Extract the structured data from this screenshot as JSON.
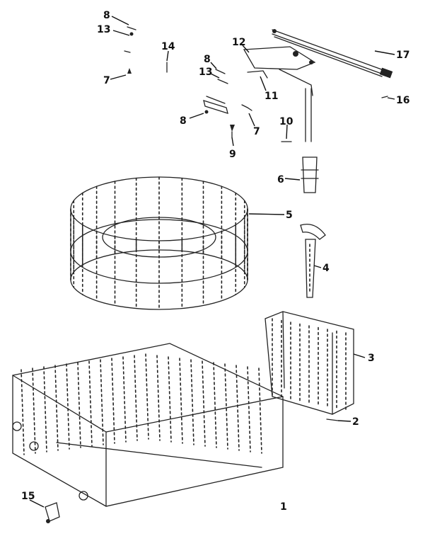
{
  "callouts": [
    {
      "id": "c8a",
      "text": "8"
    },
    {
      "id": "c13a",
      "text": "13"
    },
    {
      "id": "c7a",
      "text": "7"
    },
    {
      "id": "c14",
      "text": "14"
    },
    {
      "id": "c8b",
      "text": "8"
    },
    {
      "id": "c13b",
      "text": "13"
    },
    {
      "id": "c12",
      "text": "12"
    },
    {
      "id": "c11",
      "text": "11"
    },
    {
      "id": "c17",
      "text": "17"
    },
    {
      "id": "c16",
      "text": "16"
    },
    {
      "id": "c8c",
      "text": "8"
    },
    {
      "id": "c7b",
      "text": "7"
    },
    {
      "id": "c9",
      "text": "9"
    },
    {
      "id": "c10",
      "text": "10"
    },
    {
      "id": "c6",
      "text": "6"
    },
    {
      "id": "c5",
      "text": "5"
    },
    {
      "id": "c4",
      "text": "4"
    },
    {
      "id": "c3",
      "text": "3"
    },
    {
      "id": "c2",
      "text": "2"
    },
    {
      "id": "c15",
      "text": "15"
    },
    {
      "id": "c1",
      "text": "1"
    }
  ]
}
